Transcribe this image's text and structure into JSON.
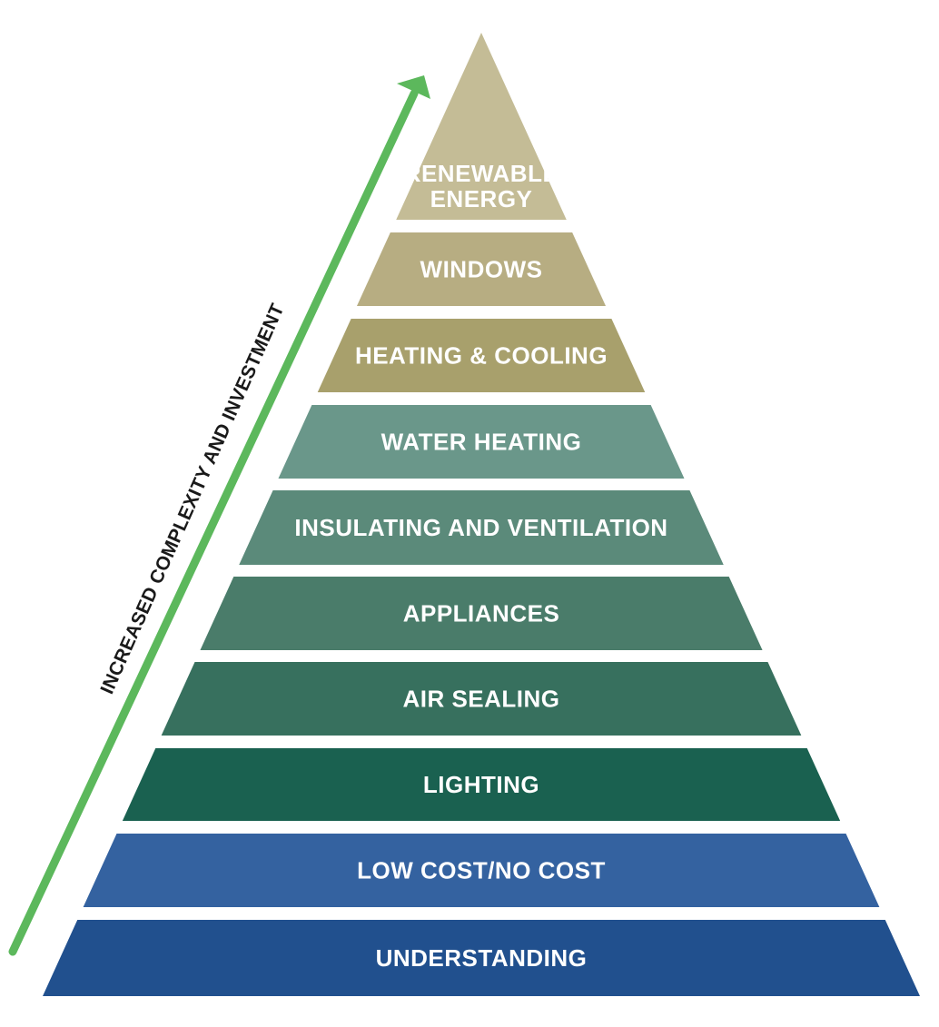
{
  "axis": {
    "label": "INCREASED COMPLEXITY AND INVESTMENT",
    "arrow_color": "#5cb85c"
  },
  "tiers": [
    {
      "label_lines": [
        "RENEWABLE",
        "ENERGY"
      ],
      "color": "#c4bc96"
    },
    {
      "label_lines": [
        "WINDOWS"
      ],
      "color": "#b7ad82"
    },
    {
      "label_lines": [
        "HEATING & COOLING"
      ],
      "color": "#a8a06c"
    },
    {
      "label_lines": [
        "WATER HEATING"
      ],
      "color": "#6a978a"
    },
    {
      "label_lines": [
        "INSULATING AND VENTILATION"
      ],
      "color": "#5b8a7a"
    },
    {
      "label_lines": [
        "APPLIANCES"
      ],
      "color": "#4a7c6a"
    },
    {
      "label_lines": [
        "AIR SEALING"
      ],
      "color": "#37705e"
    },
    {
      "label_lines": [
        "LIGHTING"
      ],
      "color": "#1a6150"
    },
    {
      "label_lines": [
        "LOW COST/NO COST"
      ],
      "color": "#3462a0"
    },
    {
      "label_lines": [
        "UNDERSTANDING"
      ],
      "color": "#21508e"
    }
  ]
}
